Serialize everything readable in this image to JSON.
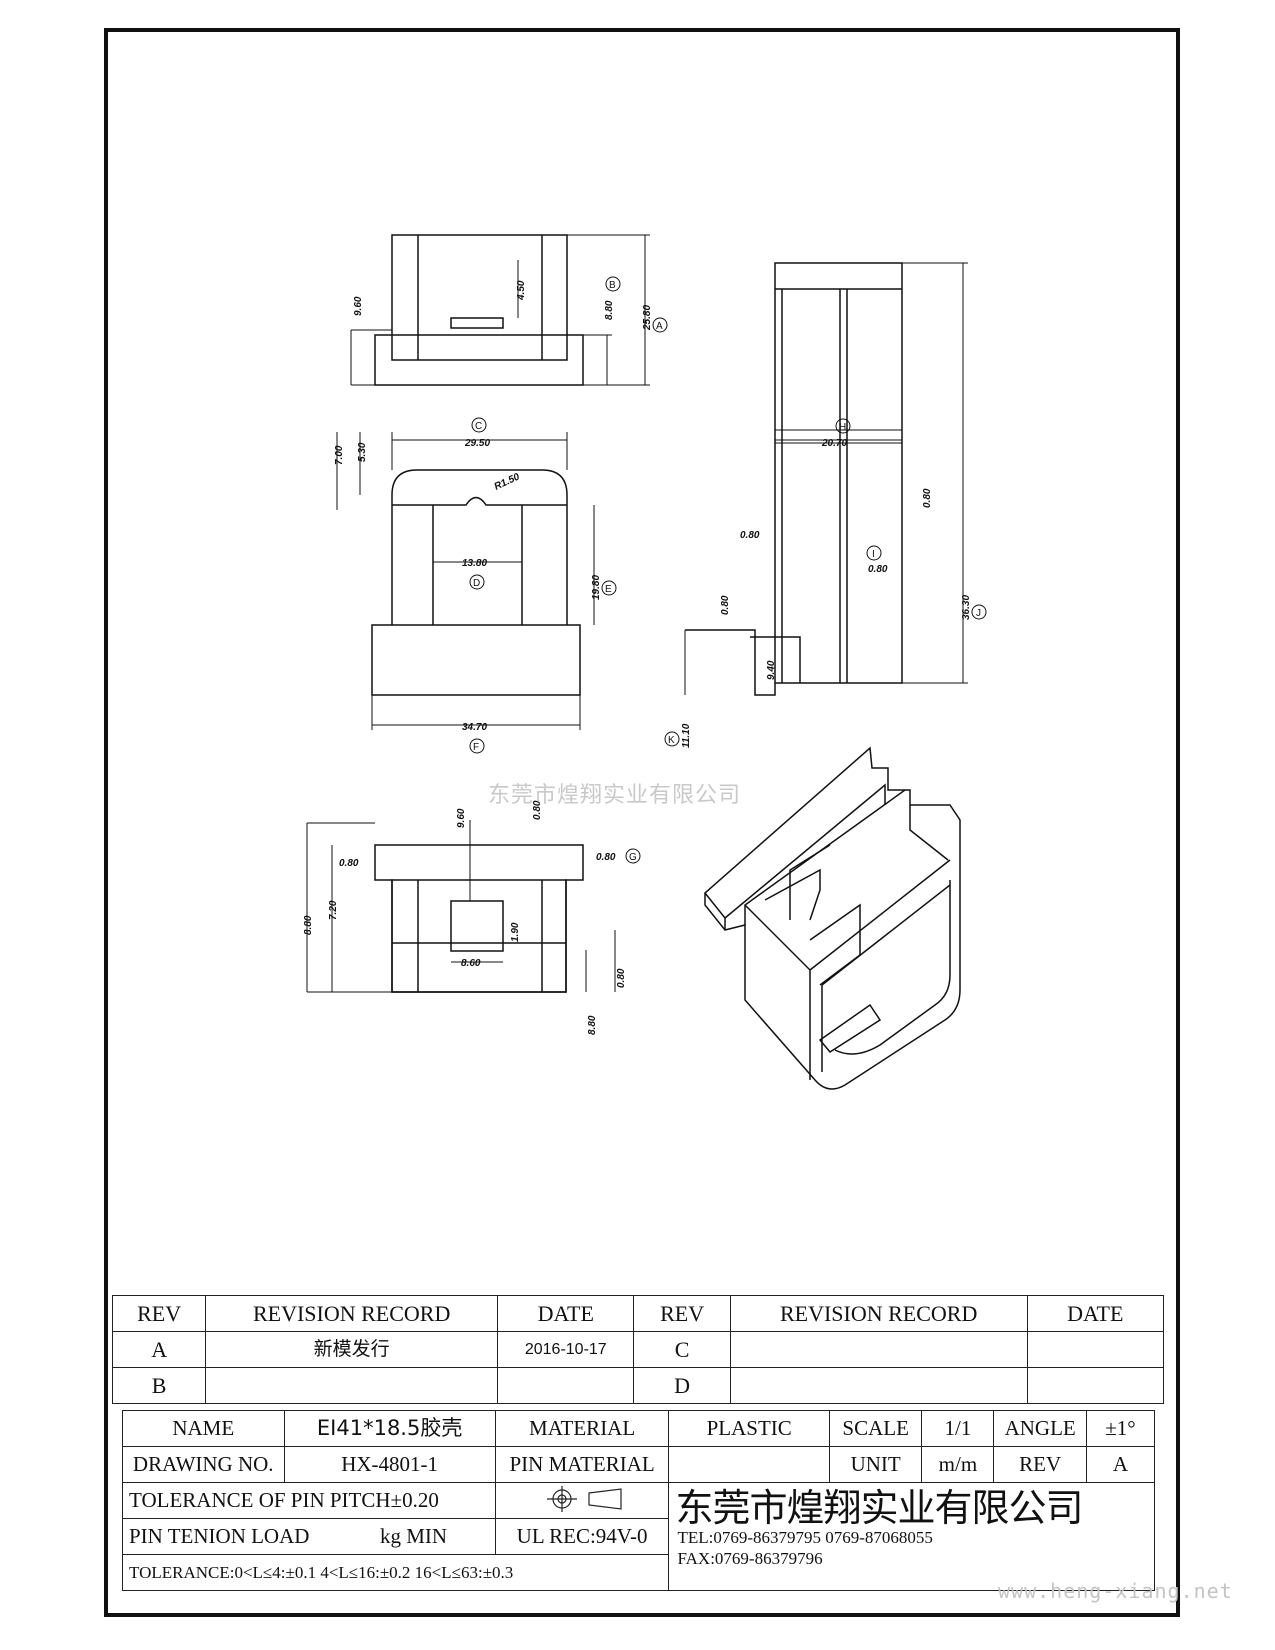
{
  "drawing": {
    "top_view_dims": {
      "d1": "9.60",
      "d2": "4.50",
      "d3": "8.80",
      "d4": "25.80",
      "bubble_a": "A",
      "bubble_b": "B"
    },
    "front_view_dims": {
      "d1": "7.00",
      "d2": "5.30",
      "d3": "29.50",
      "d4": "R1.50",
      "d5": "13.80",
      "d6": "19.80",
      "d7": "34.70",
      "bubble_c": "C",
      "bubble_d": "D",
      "bubble_e": "E",
      "bubble_f": "F"
    },
    "side_view_dims": {
      "d1": "20.70",
      "d2": "0.80",
      "d3": "0.80",
      "d4": "0.80",
      "d5": "36.30",
      "d6": "0.80",
      "d7": "9.40",
      "d8": "11.10",
      "bubble_h": "H",
      "bubble_i": "I",
      "bubble_j": "J",
      "bubble_k": "K"
    },
    "bottom_view_dims": {
      "d1": "9.60",
      "d2": "0.80",
      "d3": "0.80",
      "d4": "0.80",
      "d5": "8.80",
      "d6": "7.20",
      "d7": "1.90",
      "d8": "8.60",
      "d9": "0.80",
      "d10": "8.80",
      "bubble_g": "G"
    }
  },
  "watermark": "东莞市煌翔实业有限公司",
  "website": "www.heng-xiang.net",
  "revision_table": {
    "headers": [
      "REV",
      "REVISION RECORD",
      "DATE",
      "REV",
      "REVISION RECORD",
      "DATE"
    ],
    "rows": [
      [
        "A",
        "新模发行",
        "2016-10-17",
        "C",
        "",
        ""
      ],
      [
        "B",
        "",
        "",
        "D",
        "",
        ""
      ]
    ]
  },
  "title_block": {
    "name_label": "NAME",
    "name_value": "EI41*18.5胶壳",
    "material_label": "MATERIAL",
    "material_value": "PLASTIC",
    "scale_label": "SCALE",
    "scale_value": "1/1",
    "angle_label": "ANGLE",
    "angle_value": "±1°",
    "drawing_no_label": "DRAWING NO.",
    "drawing_no_value": "HX-4801-1",
    "pin_material_label": "PIN MATERIAL",
    "unit_label": "UNIT",
    "unit_value": "m/m",
    "rev_label": "REV",
    "rev_value": "A",
    "tolerance_pitch": "TOLERANCE OF PIN PITCH±0.20",
    "pin_tenion_label": "PIN TENION LOAD",
    "pin_tenion_unit": "kg MIN",
    "ul_rec": "UL REC:94V-0",
    "tolerance_line": "TOLERANCE:0<L≤4:±0.1  4<L≤16:±0.2  16<L≤63:±0.3",
    "company": "东莞市煌翔实业有限公司",
    "tel": "TEL:0769-86379795    0769-87068055",
    "fax": "FAX:0769-86379796"
  }
}
